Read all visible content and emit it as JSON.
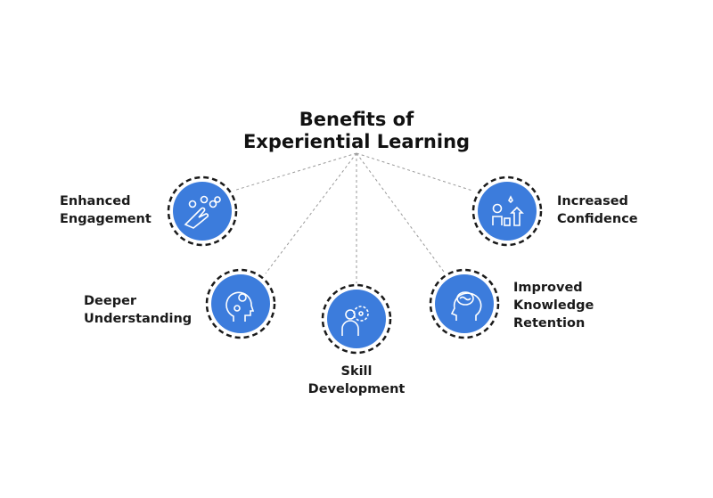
{
  "title_line1": "Benefits of",
  "title_line2": "Experiential Learning",
  "benefits": [
    {
      "line1": "Enhanced",
      "line2": "Engagement",
      "icon": "hand-network-icon"
    },
    {
      "line1": "Deeper",
      "line2": "Understanding",
      "icon": "head-gears-icon"
    },
    {
      "line1": "Skill",
      "line2": "Development",
      "icon": "person-gear-icon"
    },
    {
      "line1": "Improved",
      "line2": "Knowledge",
      "line3": "Retention",
      "icon": "brain-head-icon"
    },
    {
      "line1": "Increased",
      "line2": "Confidence",
      "icon": "person-growth-icon"
    }
  ],
  "colors": {
    "circle": "#3c7cdc",
    "dash": "#1a1a1a",
    "connector": "#9a9a9a"
  }
}
